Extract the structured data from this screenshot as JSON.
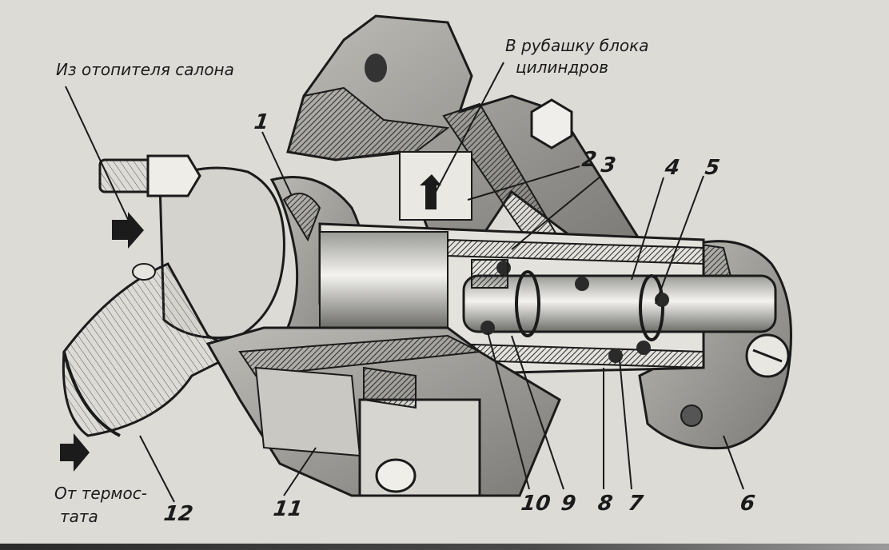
{
  "captions": {
    "heater_inlet": "Из отопителя салона",
    "jacket_line1": "В рубашку блока",
    "jacket_line2": "цилиндров",
    "thermostat_line1": "От термос-",
    "thermostat_line2": "тата"
  },
  "part_numbers": {
    "p1": "1",
    "p2": "2",
    "p3": "3",
    "p4": "4",
    "p5": "5",
    "p6": "6",
    "p7": "7",
    "p8": "8",
    "p9": "9",
    "p10": "10",
    "p11": "11",
    "p12": "12"
  },
  "colors": {
    "paper": "#dcdbd6",
    "ink": "#1b1b1b",
    "section_hatch": "#2c2c2c"
  },
  "icons": {
    "flow_arrow": "filled-arrow-right",
    "flow_arrow_down": "filled-arrow-down"
  }
}
